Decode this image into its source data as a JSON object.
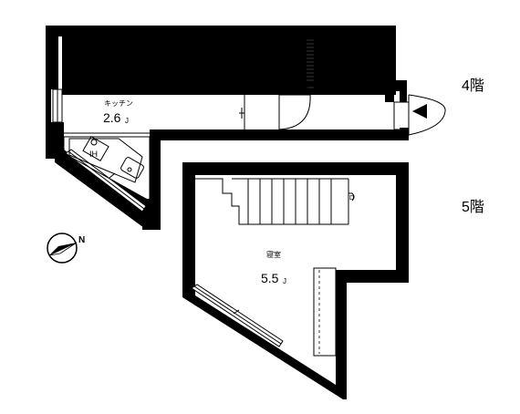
{
  "floor4": {
    "label": "4階",
    "kitchen": {
      "name": "キッチン",
      "size": "2.6",
      "unit": "J"
    },
    "ih_label": "IH"
  },
  "floor5": {
    "label": "5階",
    "bedroom": {
      "name": "寝室",
      "size": "5.5",
      "unit": "J"
    },
    "stair_mark": "D"
  },
  "compass": {
    "north_label": "N"
  }
}
